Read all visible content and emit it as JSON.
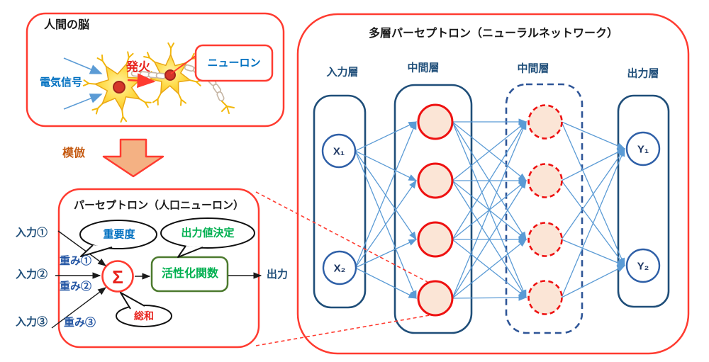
{
  "brain": {
    "title": "人間の脳",
    "signal_label": "電気信号",
    "fire_label": "発火",
    "neuron_label": "ニューロン"
  },
  "imitation_label": "模倣",
  "perceptron": {
    "title": "パーセプトロン（人口ニューロン）",
    "inputs": [
      "入力①",
      "入力②",
      "入力③"
    ],
    "weights": [
      "重み①",
      "重み②",
      "重み③"
    ],
    "sum_symbol": "Σ",
    "importance_bubble": "重要度",
    "output_decision_bubble": "出力値決定",
    "sum_bubble": "総和",
    "activation_label": "活性化関数",
    "output_label": "出力"
  },
  "mlp": {
    "title": "多層パーセプトロン（ニューラルネットワーク）",
    "layer_labels": [
      "入力層",
      "中間層",
      "中間層",
      "出力層"
    ],
    "input_nodes": [
      "X₁",
      "X₂"
    ],
    "output_nodes": [
      "Y₁",
      "Y₂"
    ]
  },
  "colors": {
    "red": "#FF3B30",
    "light_blue": "#5B9BD5",
    "dark_navy": "#1F4E79",
    "medium_blue": "#2E5FA7",
    "text_blue": "#0070C0",
    "green_text": "#00B050",
    "green_border": "#4C7A2E",
    "orange_text": "#C55A11",
    "imitation_arrow_fill": "#F4B183",
    "node_fill": "#FBE5D6"
  }
}
